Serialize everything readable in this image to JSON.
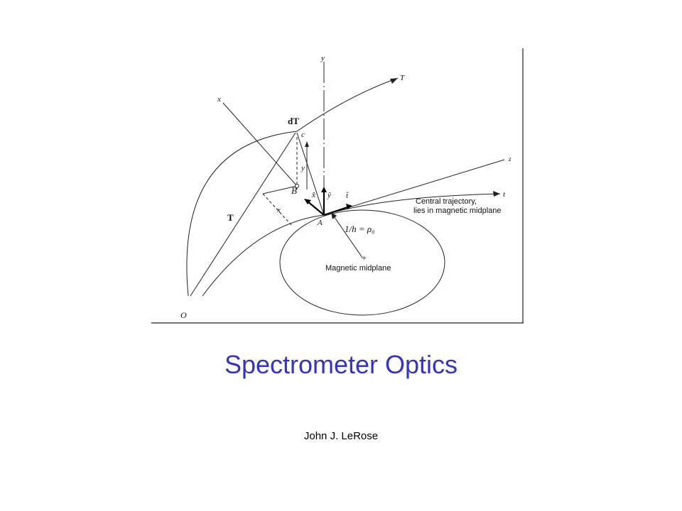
{
  "slide": {
    "title": "Spectrometer Optics",
    "author": "John J. LeRose",
    "title_color": "#3333cc"
  },
  "figure": {
    "labels": {
      "y_axis": "y",
      "T_end": "T",
      "x_axis": "x",
      "dT": "dT",
      "c": "c",
      "y_small": "y",
      "z_axis": "z",
      "t_axis": "t",
      "B": "B",
      "x_hat": "x̂",
      "y_hat": "ŷ",
      "t_hat": "t̂",
      "x_small": "x",
      "T_vector": "T",
      "A": "A",
      "O": "O",
      "radius": "1/h = ρ₀",
      "central_line1": "Central trajectory,",
      "central_line2": "lies in magnetic midplane",
      "midplane": "Magnetic midplane"
    }
  }
}
